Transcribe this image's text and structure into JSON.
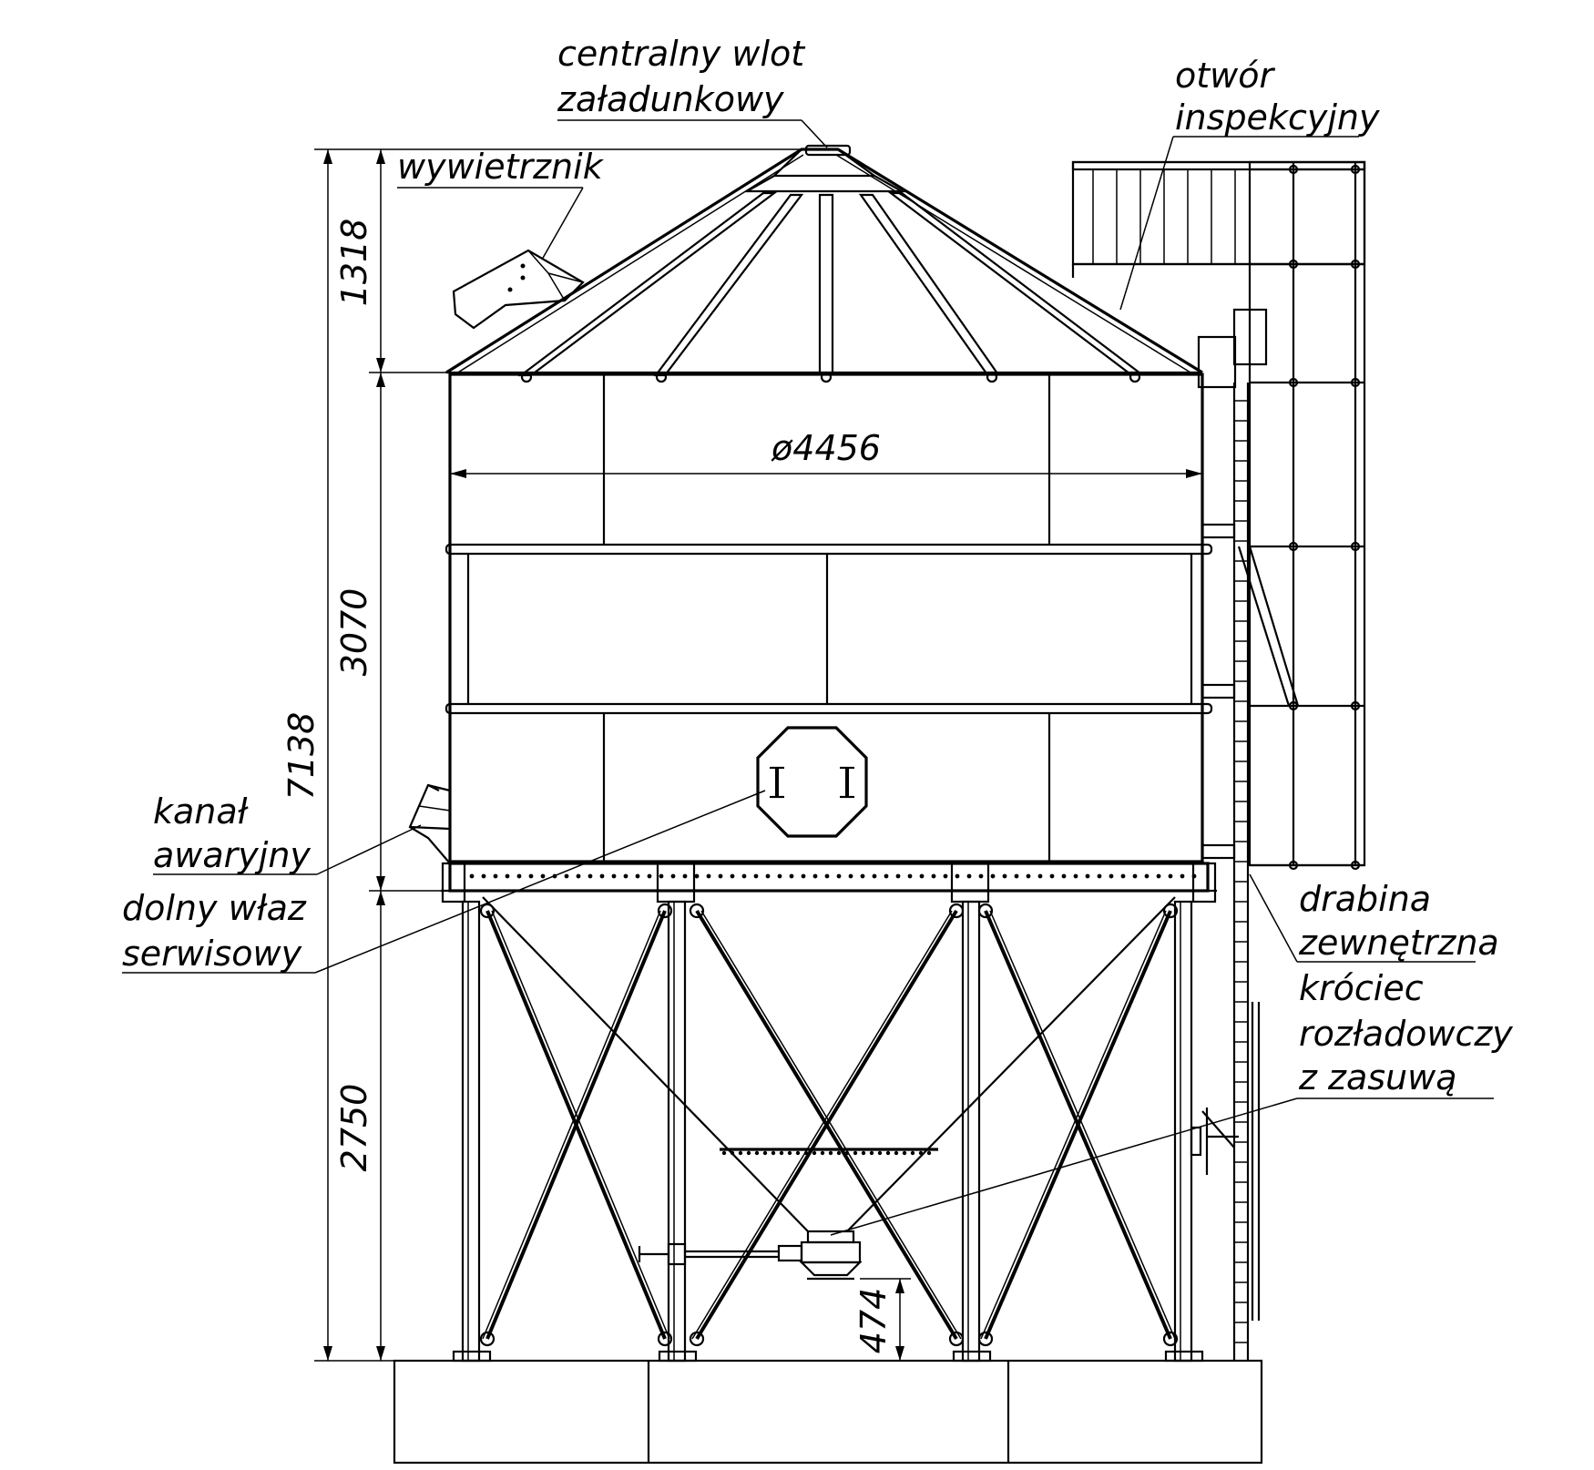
{
  "labels": {
    "central_inlet_1": "centralny wlot",
    "central_inlet_2": "załadunkowy",
    "vent": "wywietrznik",
    "inspection_1": "otwór",
    "inspection_2": "inspekcyjny",
    "emergency_1": "kanał",
    "emergency_2": "awaryjny",
    "manhole_1": "dolny właz",
    "manhole_2": "serwisowy",
    "ladder_1": "drabina",
    "ladder_2": "zewnętrzna",
    "outlet_1": "króciec",
    "outlet_2": "rozładowczy",
    "outlet_3": "z zasuwą"
  },
  "dimensions": {
    "roof_height": "1318",
    "body_height": "3070",
    "total_height": "7138",
    "leg_height": "2750",
    "outlet_clearance": "474",
    "diameter": "ø4456"
  }
}
